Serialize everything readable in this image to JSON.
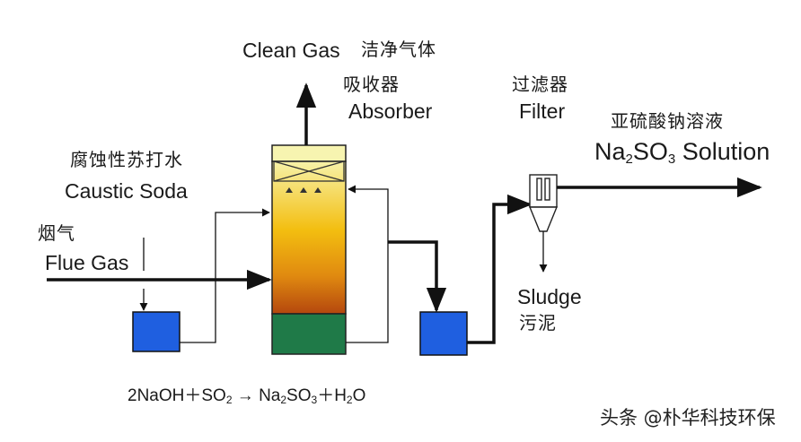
{
  "labels": {
    "clean_gas_en": "Clean Gas",
    "clean_gas_zh": "洁净气体",
    "absorber_zh": "吸收器",
    "absorber_en": "Absorber",
    "filter_zh": "过滤器",
    "filter_en": "Filter",
    "solution_zh": "亚硫酸钠溶液",
    "solution_en_na": "Na",
    "solution_en_sub2": "2",
    "solution_en_so": "SO",
    "solution_en_sub3": "3",
    "solution_en_rest": " Solution",
    "caustic_zh": "腐蚀性苏打水",
    "caustic_en": "Caustic Soda",
    "flue_zh": "烟气",
    "flue_en": "Flue Gas",
    "sludge_en": "Sludge",
    "sludge_zh": "污泥"
  },
  "equation": {
    "t1": "2NaOH＋SO",
    "s1": "2",
    "arrow": "→",
    "t2": "Na",
    "s2": "2",
    "t3": "SO",
    "s3": "3",
    "t4": "＋H",
    "s4": "2",
    "t5": "O"
  },
  "watermark": "头条 @朴华科技环保",
  "colors": {
    "tank_blue": "#1f5fe0",
    "absorber_top": "#f6ee9a",
    "absorber_mid": "#f0b400",
    "absorber_bottom": "#b84a0e",
    "absorber_base": "#1f7a48",
    "line": "#111111"
  }
}
